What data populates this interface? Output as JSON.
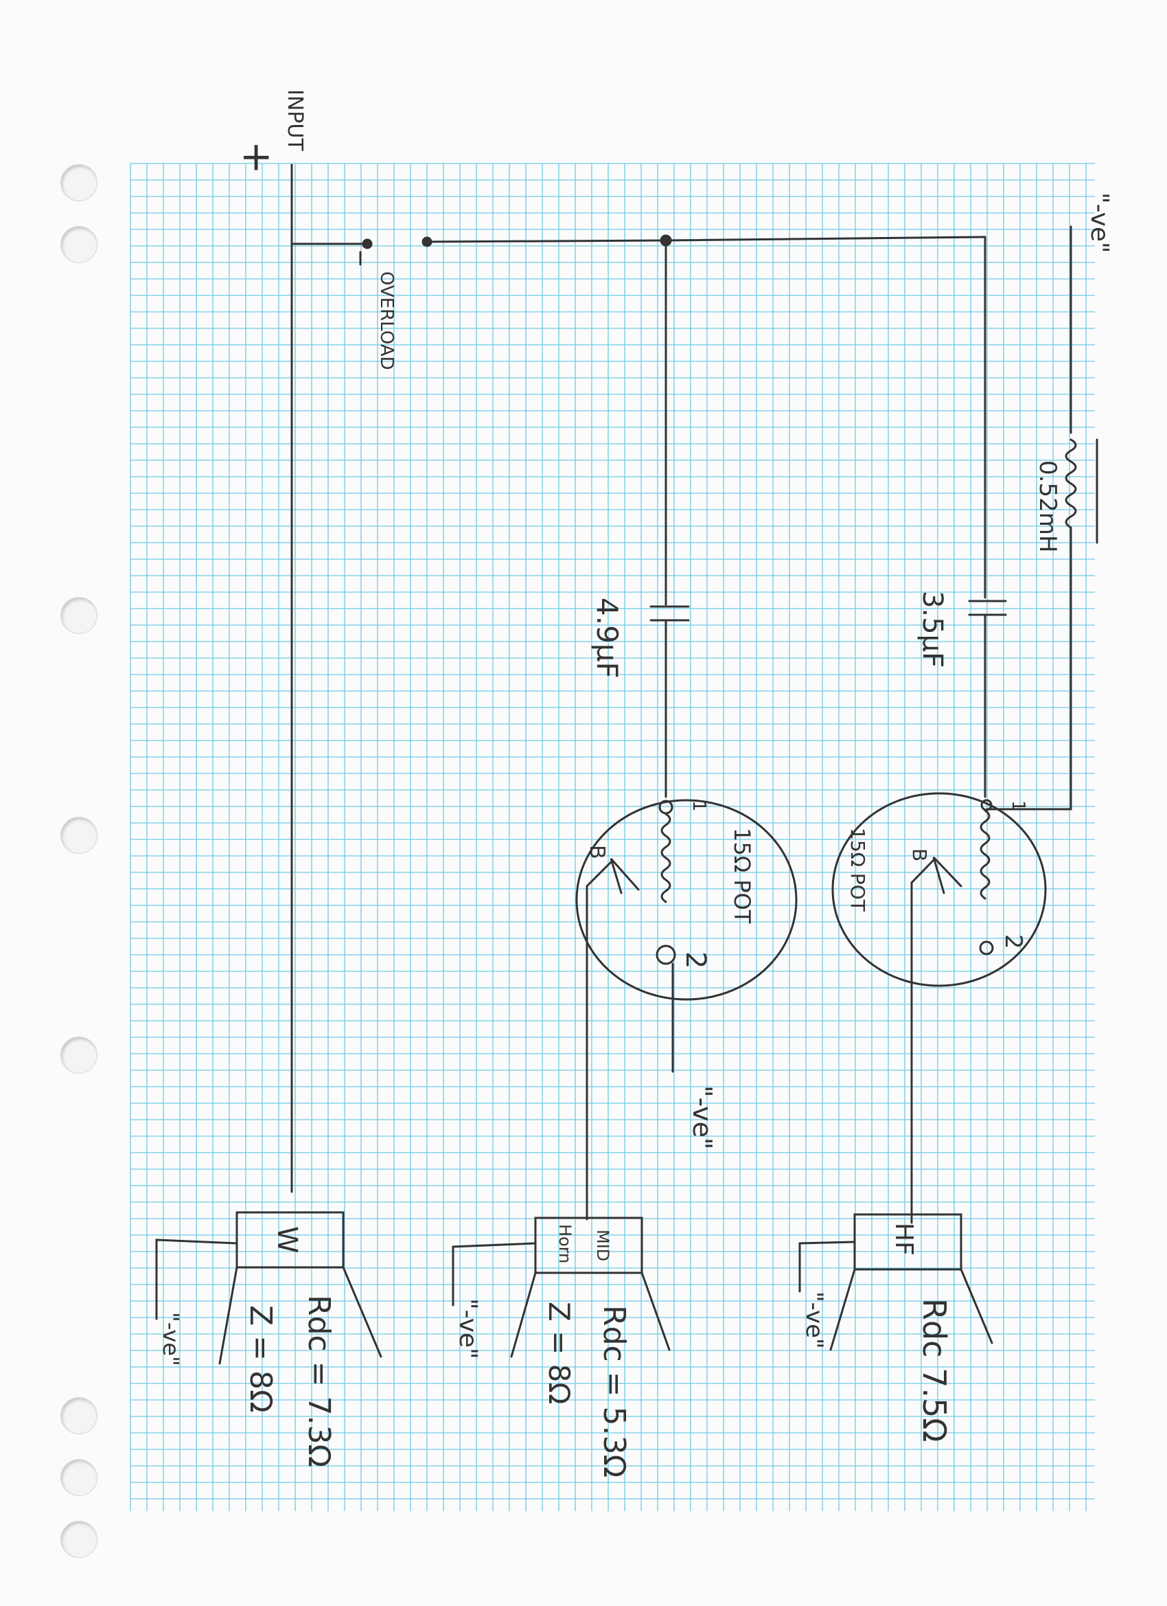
{
  "paper": {
    "grid_color": "#6fc9e6",
    "ink_color": "#333333",
    "punch_holes": 8
  },
  "labels": {
    "input": "INPUT",
    "plus": "+",
    "neg_top": "\"-ve\"",
    "overload": "OVERLOAD",
    "inductor": "0.52mH",
    "cap_mid": "4.9µF",
    "cap_hf": "3.5µF",
    "pot_mid": "15Ω POT",
    "pot_hf": "15Ω POT",
    "pin1": "1",
    "pin2": "2",
    "pinB": "B",
    "neg_mid_pot": "\"-ve\"",
    "woofer_tag": "W",
    "woofer_neg": "\"-ve\"",
    "woofer_rdc": "Rdc = 7.3Ω",
    "woofer_z": "Z = 8Ω",
    "mid_tag_1": "MID",
    "mid_tag_2": "Horn",
    "mid_neg": "\"-ve\"",
    "mid_rdc": "Rdc = 5.3Ω",
    "mid_z": "Z = 8Ω",
    "hf_tag": "HF",
    "hf_neg": "\"-ve\"",
    "hf_rdc": "Rdc 7.5Ω"
  }
}
